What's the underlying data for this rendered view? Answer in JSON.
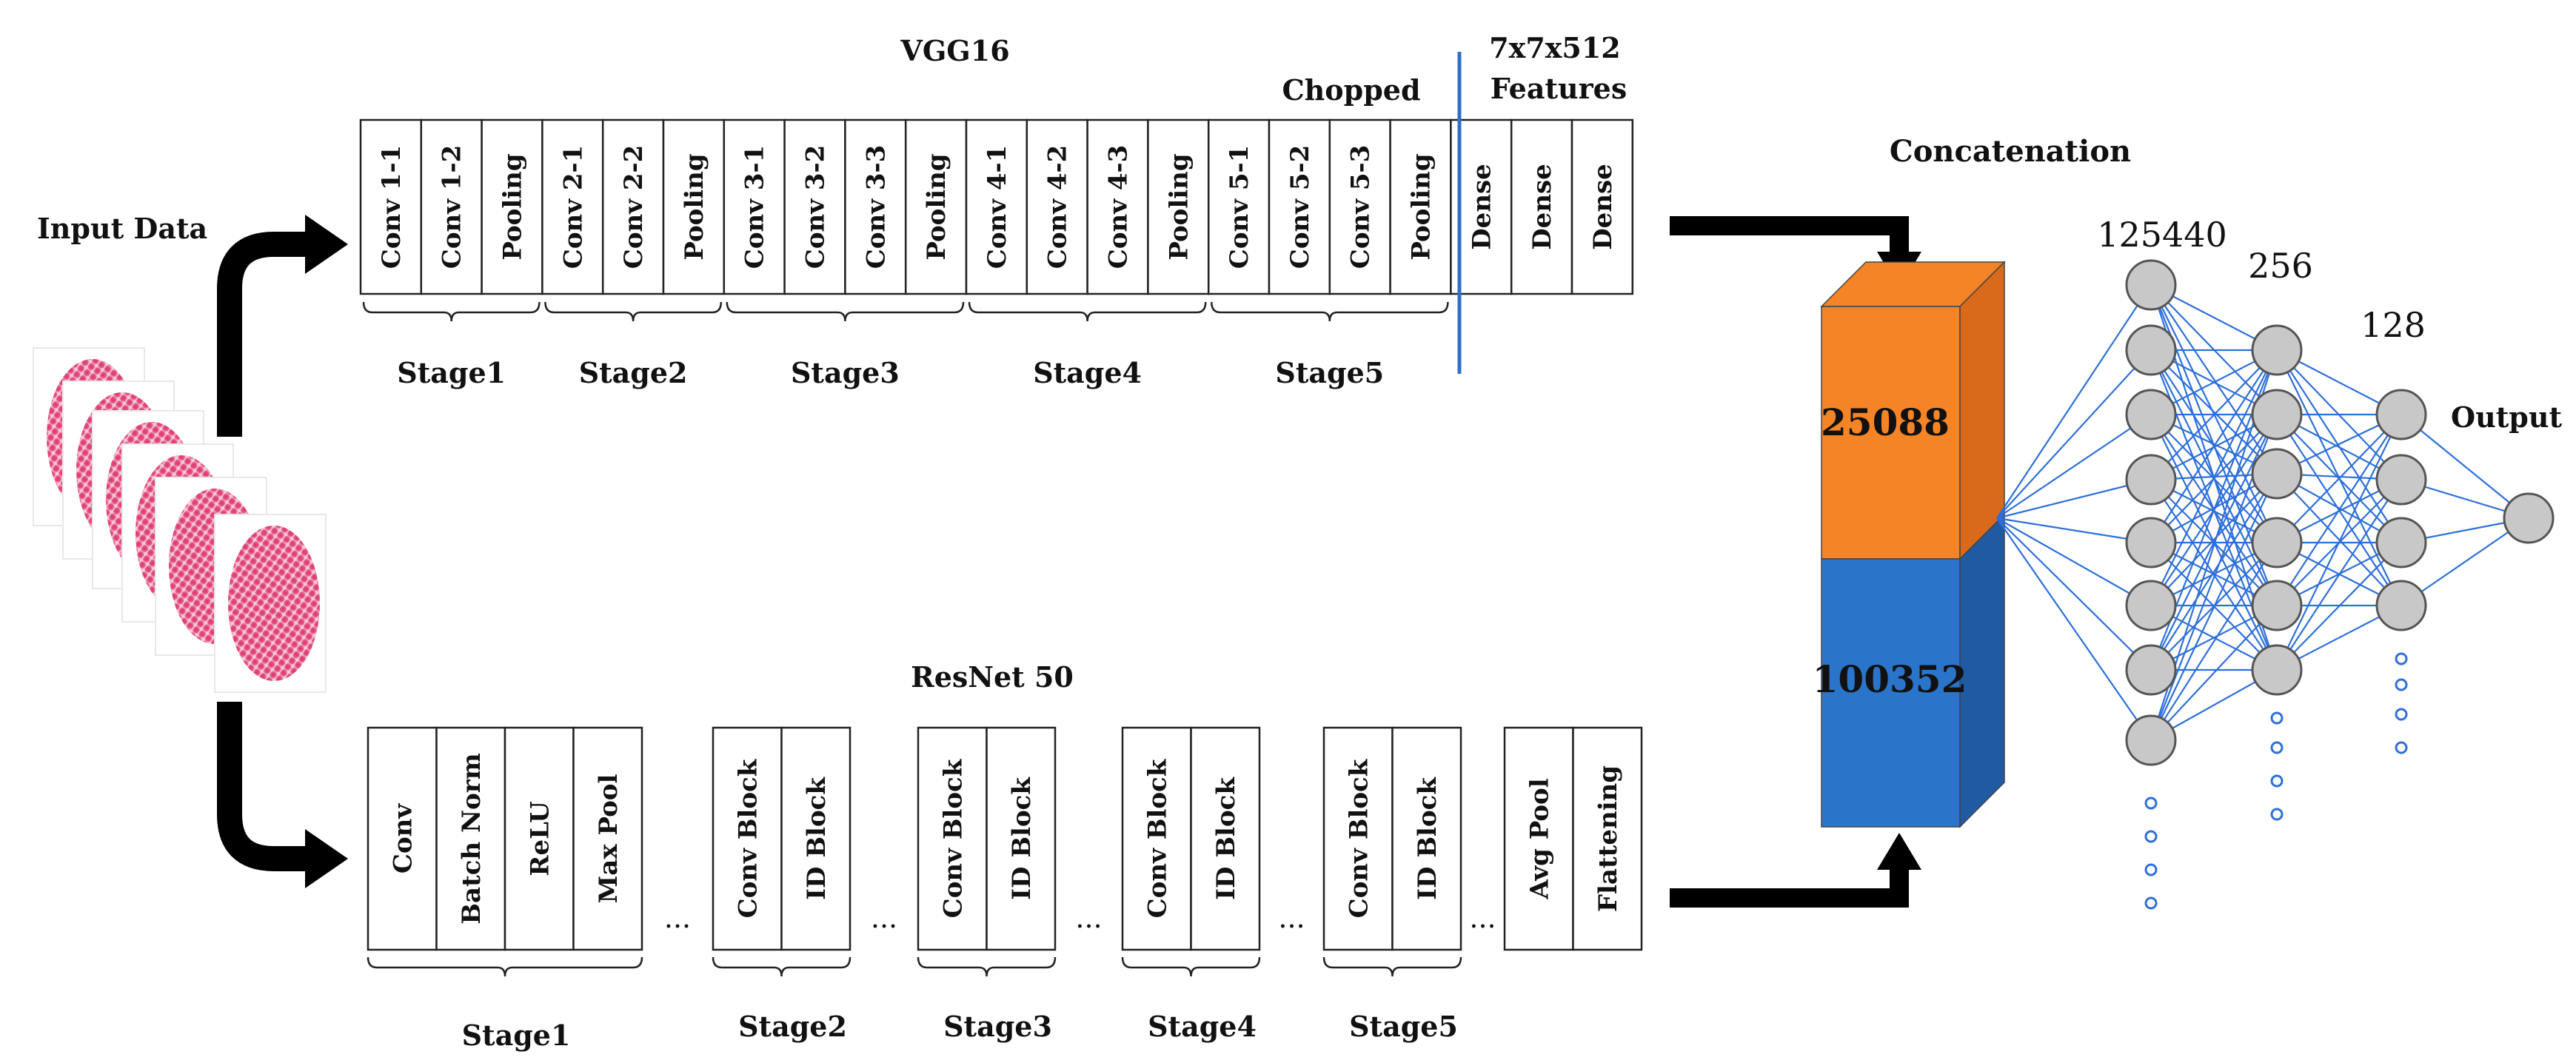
{
  "vgg": {
    "title": "VGG16",
    "chopped_label": "Chopped",
    "features_label": [
      "7x7x512",
      "Features"
    ],
    "layers": [
      "Conv 1-1",
      "Conv 1-2",
      "Pooling",
      "Conv 2-1",
      "Conv 2-2",
      "Pooling",
      "Conv 3-1",
      "Conv 3-2",
      "Conv 3-3",
      "Pooling",
      "Conv 4-1",
      "Conv 4-2",
      "Conv 4-3",
      "Pooling",
      "Conv 5-1",
      "Conv 5-2",
      "Conv 5-3",
      "Pooling",
      "Dense",
      "Dense",
      "Dense"
    ],
    "stages": [
      "Stage1",
      "Stage2",
      "Stage3",
      "Stage4",
      "Stage5"
    ],
    "accent": "#2e6fc9"
  },
  "resnet": {
    "title": "ResNet 50",
    "groups": [
      [
        "Conv",
        "Batch Norm",
        "ReLU",
        "Max Pool"
      ],
      [
        "Conv Block",
        "ID Block"
      ],
      [
        "Conv Block",
        "ID Block"
      ],
      [
        "Conv Block",
        "ID Block"
      ],
      [
        "Conv Block",
        "ID Block"
      ],
      [
        "Avg Pool",
        "Flattening"
      ]
    ],
    "ellipsis": "...",
    "stages": [
      "Stage1",
      "Stage2",
      "Stage3",
      "Stage4",
      "Stage5"
    ]
  },
  "input_label": "Input Data",
  "concat": {
    "title": "Concatenation",
    "top_value": "25088",
    "bottom_value": "100352",
    "top_color": "#f58426",
    "top_side_color": "#d9691b",
    "bottom_color": "#2a75c9",
    "bottom_side_color": "#1f5aa3"
  },
  "network": {
    "layer_labels": [
      "125440",
      "256",
      "128"
    ],
    "output_label": "Output",
    "node_color": "#c8c8c8",
    "edge_color": "#2e6fd9",
    "dot_color": "#2e6fd9"
  },
  "fingerprint_color": "#d6336c"
}
